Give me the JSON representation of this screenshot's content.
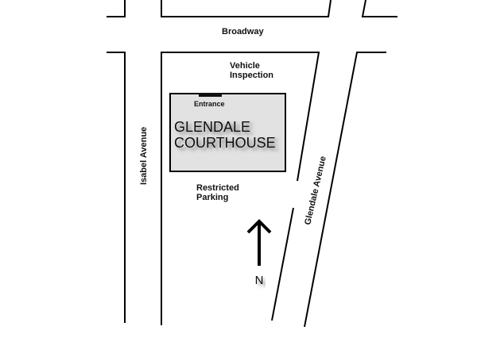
{
  "streets": {
    "broadway": "Broadway",
    "isabel": "Isabel Avenue",
    "glendale": "Glendale Avenue"
  },
  "areas": {
    "vehicle_inspection_1": "Vehicle",
    "vehicle_inspection_2": "Inspection",
    "restricted_parking_1": "Restricted",
    "restricted_parking_2": "Parking"
  },
  "building": {
    "name_line1": "GLENDALE",
    "name_line2": "COURTHOUSE",
    "entrance": "Entrance"
  },
  "compass": {
    "north": "N"
  },
  "colors": {
    "building_fill": "#e2e2e2",
    "lines": "#000000"
  }
}
